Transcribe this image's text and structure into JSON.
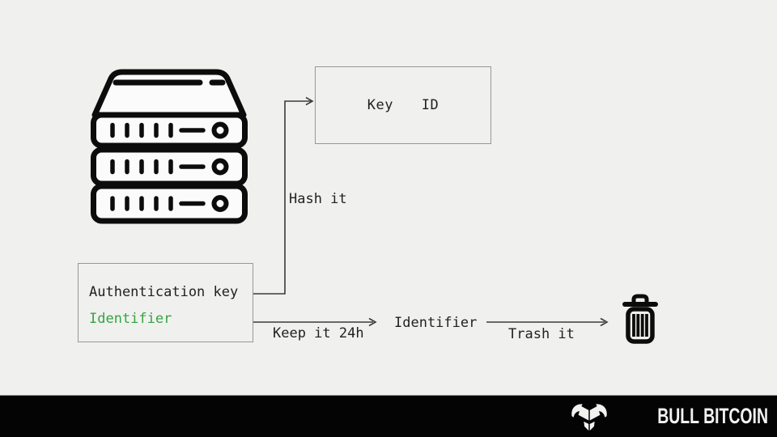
{
  "slide": {
    "background": "#f0f1ef",
    "boxes": {
      "key_id": {
        "label": "Key ID"
      },
      "auth": {
        "title": "Authentication key",
        "subtitle": "Identifier"
      }
    },
    "labels": {
      "hash": "Hash it",
      "keep": "Keep it 24h",
      "identifier": "Identifier",
      "trash": "Trash it"
    },
    "icons": {
      "server": "server-stack-icon",
      "trash": "trash-can-icon"
    },
    "colors": {
      "green": "#36a343",
      "line": "#3a3a3a",
      "box_border": "#979797",
      "icon_black": "#0c0c0c"
    }
  },
  "footer": {
    "brand": "BULL BITCOIN",
    "icon": "bull-logo-icon",
    "background": "#040404",
    "text_color": "#f2f2f0"
  }
}
